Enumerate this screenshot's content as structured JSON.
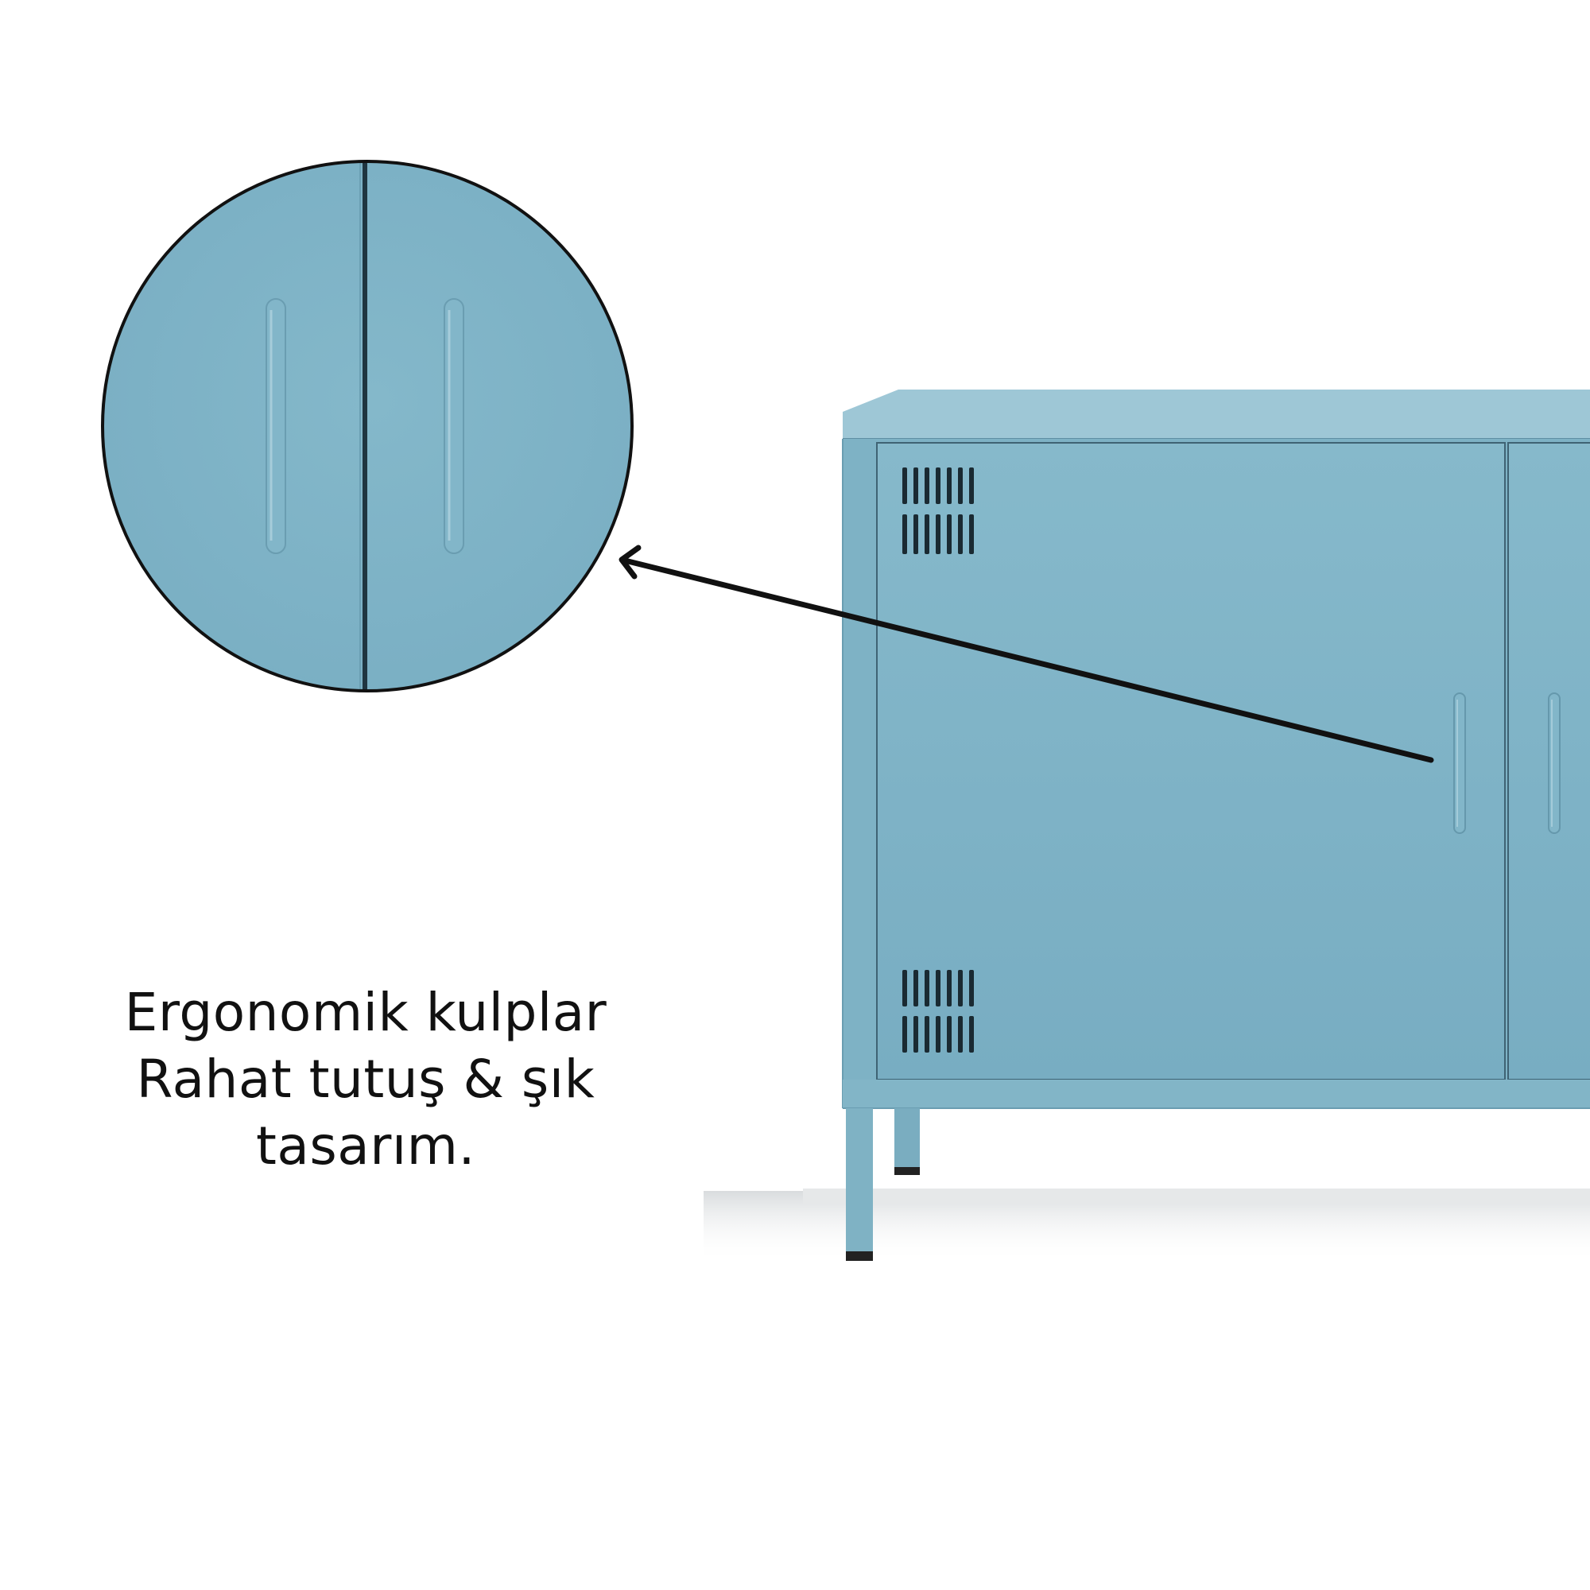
{
  "caption": {
    "line1": "Ergonomik kulplar",
    "line2": "Rahat tutuş & şık",
    "line3": "tasarım."
  },
  "colors": {
    "background": "#ffffff",
    "cabinet_blue": "#7fb3c6",
    "cabinet_top": "#9ec7d6",
    "outline": "#111111",
    "text": "#111111"
  },
  "icons": {
    "pointer": "arrow-icon",
    "vents": "vent-slot-icon"
  }
}
